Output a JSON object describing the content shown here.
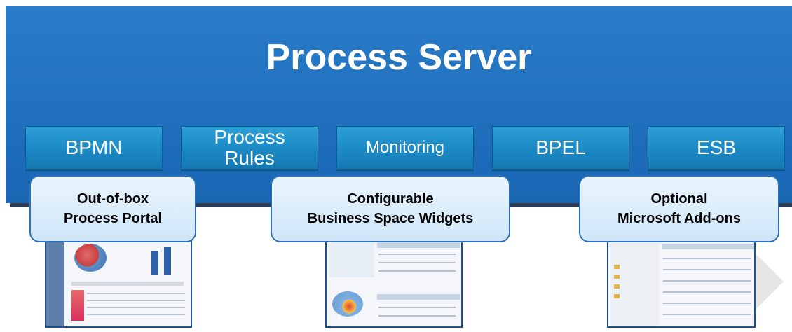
{
  "title": "Process Server",
  "components": [
    {
      "label": "BPMN"
    },
    {
      "label": "Process\nRules"
    },
    {
      "label": "Monitoring"
    },
    {
      "label": "BPEL"
    },
    {
      "label": "ESB"
    }
  ],
  "callouts": [
    {
      "label": "Out-of-box\nProcess Portal"
    },
    {
      "label": "Configurable\nBusiness Space Widgets"
    },
    {
      "label": "Optional\nMicrosoft Add-ons"
    }
  ],
  "colors": {
    "panel": "#1f6fbd",
    "component": "#1c8bc6",
    "callout_fill": "#cfe6f8",
    "callout_border": "#2d72b8",
    "shadow": "#2e3d55"
  }
}
